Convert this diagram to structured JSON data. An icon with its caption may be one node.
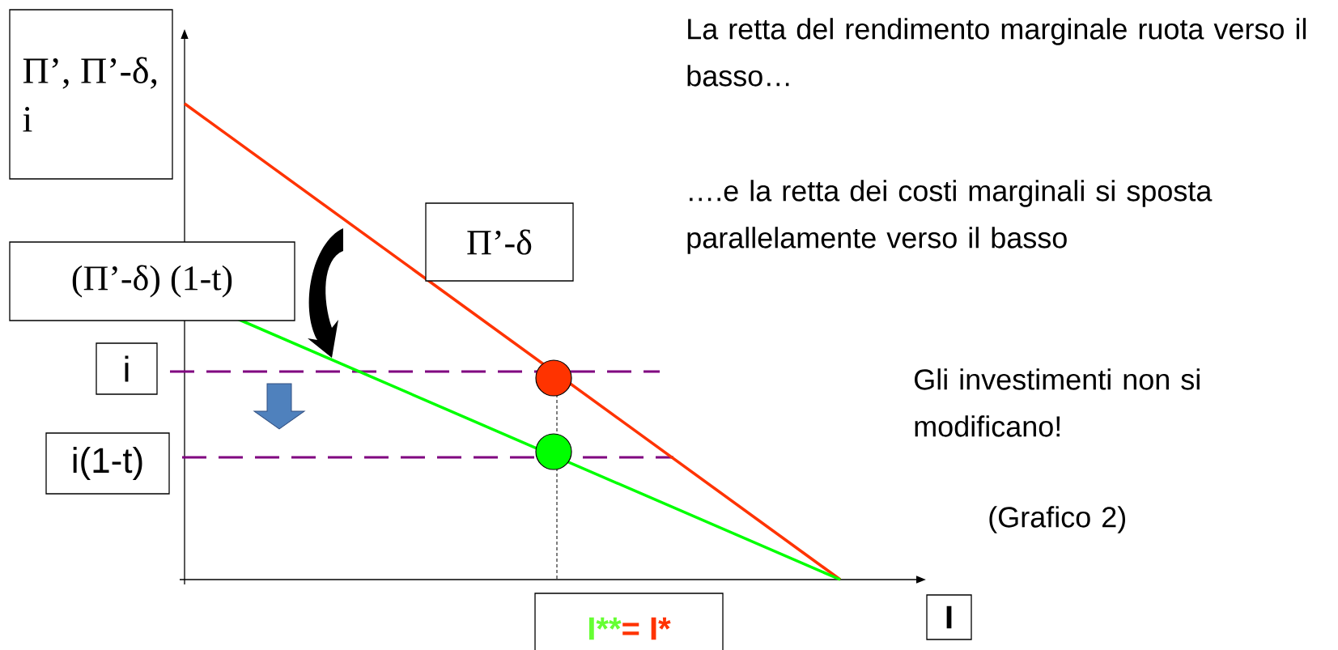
{
  "diagram": {
    "nodes": [
      {
        "text": [
          "Π’, Π’-δ, i"
        ]
      },
      {
        "text": [
          "Π’-δ"
        ]
      },
      {
        "text": [
          "(Π’-δ) (1-t)"
        ]
      },
      {
        "text": [
          "i"
        ]
      },
      {
        "text": [
          "i(1-t)"
        ]
      },
      {
        "text": [
          "I**",
          "= I*"
        ]
      },
      {
        "text": [
          "I"
        ]
      }
    ],
    "labels": [
      "La retta del rendimento marginale ruota verso il basso…",
      "….e la retta dei costi marginali si sposta parallelamente verso il basso",
      "Gli investimenti non si modificano!",
      "(Grafico 2)"
    ]
  }
}
